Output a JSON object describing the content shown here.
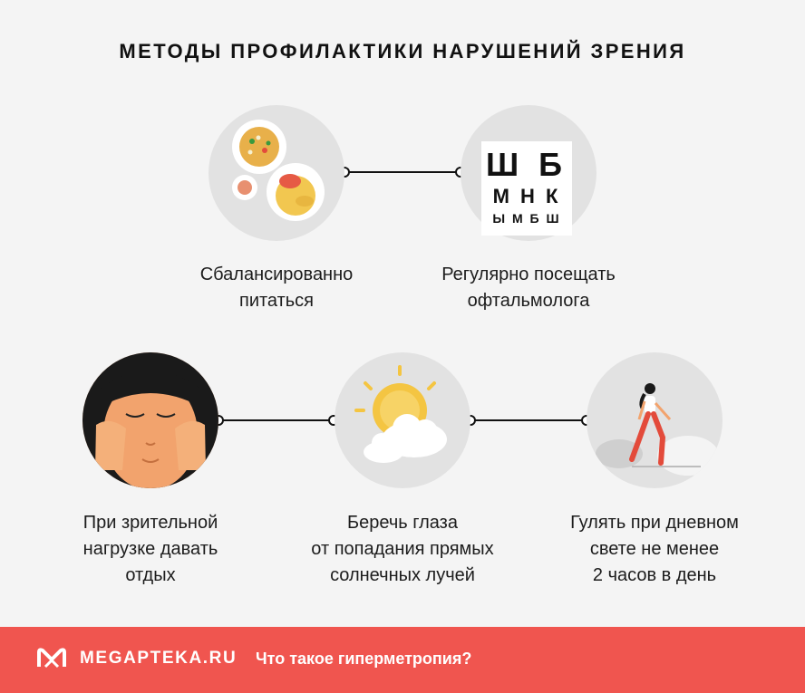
{
  "title": "МЕТОДЫ ПРОФИЛАКТИКИ НАРУШЕНИЙ ЗРЕНИЯ",
  "methods": [
    {
      "line1": "Сбалансированно",
      "line2": "питаться",
      "icon": "food-plates-icon"
    },
    {
      "line1": "Регулярно посещать",
      "line2": "офтальмолога",
      "icon": "eye-chart-icon"
    },
    {
      "line1": "При зрительной",
      "line2": "нагрузке давать",
      "line3": "отдых",
      "icon": "resting-woman-icon"
    },
    {
      "line1": "Беречь глаза",
      "line2": "от попадания прямых",
      "line3": "солнечных лучей",
      "icon": "sun-cloud-icon"
    },
    {
      "line1": "Гулять при дневном",
      "line2": "свете не менее",
      "line3": "2 часов в день",
      "icon": "walking-woman-icon"
    }
  ],
  "eye_chart": {
    "row1": "Ш Б",
    "row2": "М Н К",
    "row3": "Ы М Б Ш"
  },
  "footer": {
    "brand": "MEGAPTEKA.RU",
    "link": "Что такое гиперметропия?",
    "background": "#f0554f"
  }
}
